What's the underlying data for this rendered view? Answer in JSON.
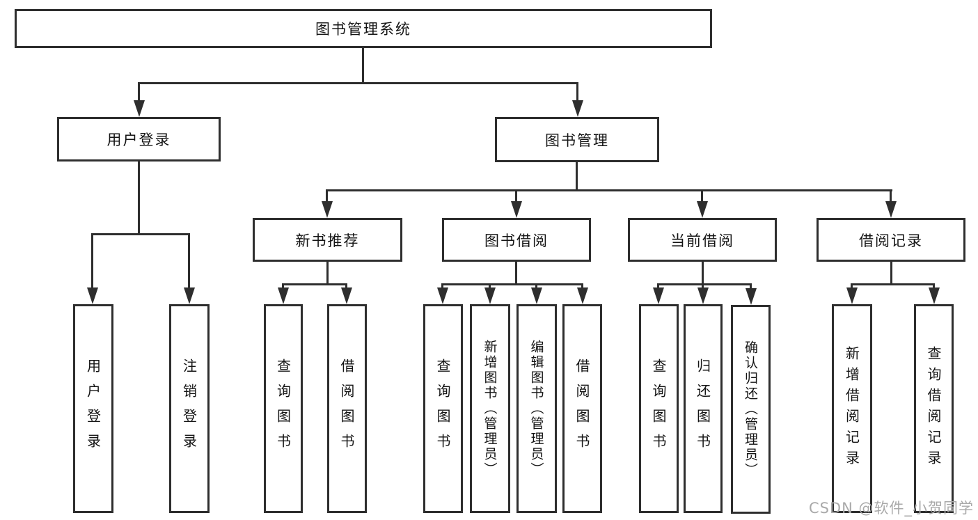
{
  "diagram": {
    "root": {
      "label": "图书管理系统"
    },
    "level2": [
      {
        "label": "用户登录"
      },
      {
        "label": "图书管理"
      }
    ],
    "level3": [
      {
        "label": "新书推荐"
      },
      {
        "label": "图书借阅"
      },
      {
        "label": "当前借阅"
      },
      {
        "label": "借阅记录"
      }
    ],
    "leaves": [
      {
        "label": "用户登录"
      },
      {
        "label": "注销登录"
      },
      {
        "label": "查询图书"
      },
      {
        "label": "借阅图书"
      },
      {
        "label": "查询图书"
      },
      {
        "label": "新增图书（管理员）"
      },
      {
        "label": "编辑图书（管理员）"
      },
      {
        "label": "借阅图书"
      },
      {
        "label": "查询图书"
      },
      {
        "label": "归还图书"
      },
      {
        "label": "确认归还（管理员）"
      },
      {
        "label": "新增借阅记录"
      },
      {
        "label": "查询借阅记录"
      }
    ]
  },
  "colors": {
    "line": "#2e2e2e",
    "background": "#ffffff",
    "text": "#141414",
    "watermark": "#a9a9a9"
  },
  "watermark": {
    "text": "CSDN @软件_小贺同学"
  }
}
